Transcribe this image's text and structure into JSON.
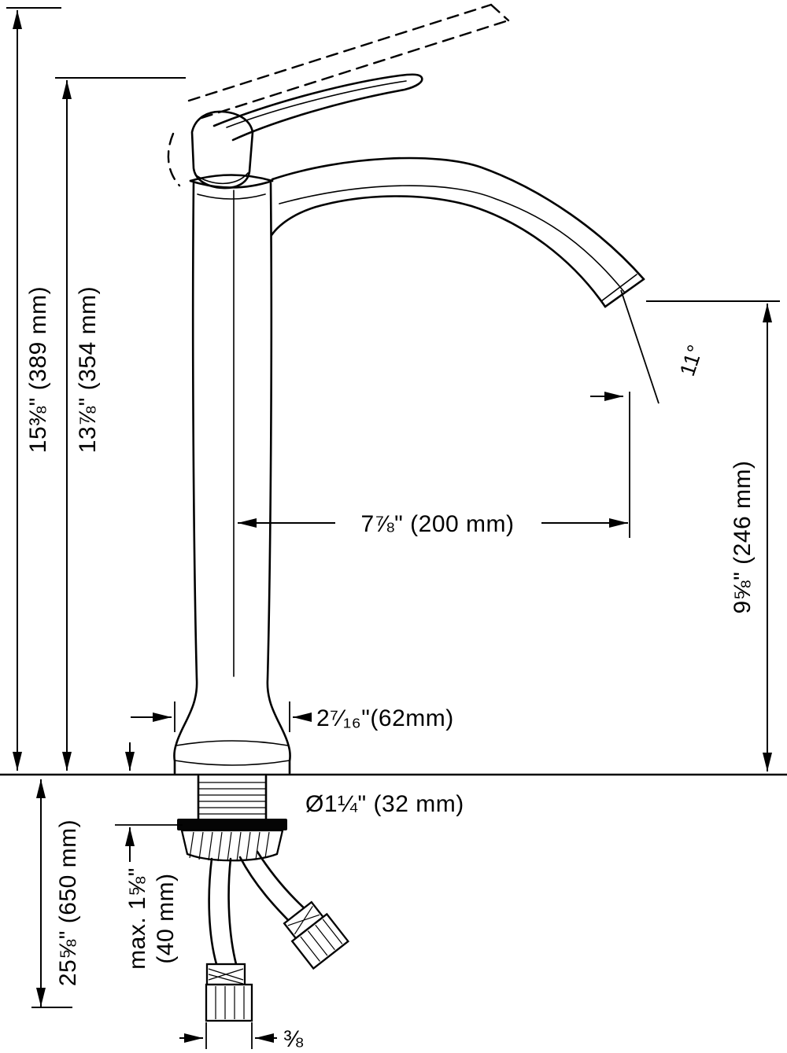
{
  "colors": {
    "line": "#000000",
    "background": "#ffffff"
  },
  "labels": {
    "overall_height": "15⅜\" (389 mm)",
    "height_to_handle_base": "13⅞\" (354 mm)",
    "spout_reach": "7⅞\" (200 mm)",
    "outlet_height": "9⅝\" (246 mm)",
    "base_width": "2⁷⁄₁₆\"(62mm)",
    "hole_diameter": "Ø1¼\" (32 mm)",
    "max_deck_thickness_line1": "max. 1⅝\"",
    "max_deck_thickness_line2": "(40 mm)",
    "hose_length": "25⅝\" (650 mm)",
    "spout_angle": "11°",
    "connection_size": "⅜"
  }
}
